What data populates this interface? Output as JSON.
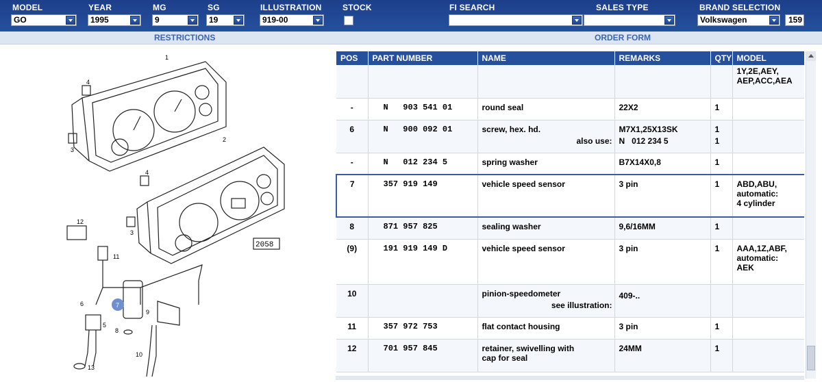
{
  "filters": {
    "model": {
      "label": "MODEL",
      "value": "GO"
    },
    "year": {
      "label": "YEAR",
      "value": "1995"
    },
    "mg": {
      "label": "MG",
      "value": "9"
    },
    "sg": {
      "label": "SG",
      "value": "19"
    },
    "illustration": {
      "label": "ILLUSTRATION",
      "value": "919-00"
    },
    "stock": {
      "label": "STOCK"
    },
    "fi_search": {
      "label": "FI SEARCH",
      "value": ""
    },
    "sales_type": {
      "label": "SALES TYPE",
      "value": ""
    },
    "brand": {
      "label": "BRAND SELECTION",
      "value": "Volkswagen",
      "code": "159"
    }
  },
  "sections": {
    "restrictions": "RESTRICTIONS",
    "order_form": "ORDER FORM"
  },
  "illustration": {
    "callouts": [
      "1",
      "2",
      "3",
      "3",
      "4",
      "4",
      "5",
      "6",
      "7",
      "8",
      "9",
      "10",
      "11",
      "12",
      "13"
    ],
    "display_text": "2058"
  },
  "table": {
    "headers": [
      "POS",
      "PART NUMBER",
      "NAME",
      "REMARKS",
      "QTY",
      "MODEL"
    ],
    "rows": [
      {
        "pos": "",
        "part": "",
        "name": "",
        "remarks": "",
        "qty": "",
        "model": "1Y,2E,AEY,\nAEP,ACC,AEA"
      },
      {
        "pos": "-",
        "part": "N   903 541 01",
        "name": "round seal",
        "remarks": "22X2",
        "qty": "1",
        "model": ""
      },
      {
        "pos": "6",
        "part": "N   900 092 01",
        "name": "screw, hex. hd.",
        "note_label": "also use:",
        "remarks": "M7X1,25X13SK",
        "remarks2": "N   012 234 5",
        "qty": "1",
        "qty2": "1",
        "model": ""
      },
      {
        "pos": "-",
        "part": "N   012 234 5",
        "name": "spring washer",
        "remarks": "B7X14X0,8",
        "qty": "1",
        "model": ""
      },
      {
        "pos": "7",
        "part": "357 919 149",
        "name": "vehicle speed sensor",
        "remarks": "3 pin",
        "qty": "1",
        "model": "ABD,ABU,\nautomatic:\n4 cylinder",
        "selected": true
      },
      {
        "pos": "8",
        "part": "871 957 825",
        "name": "sealing washer",
        "remarks": "9,6/16MM",
        "qty": "1",
        "model": ""
      },
      {
        "pos": "(9)",
        "part": "191 919 149 D",
        "name": "vehicle speed sensor",
        "remarks": "3 pin",
        "qty": "1",
        "model": "AAA,1Z,ABF,\nautomatic:\nAEK"
      },
      {
        "pos": "10",
        "part": "",
        "name": "pinion-speedometer",
        "note_label": "see illustration:",
        "remarks": "",
        "remarks2": "409-..",
        "qty": "",
        "model": ""
      },
      {
        "pos": "11",
        "part": "357 972 753",
        "name": "flat contact housing",
        "remarks": "3 pin",
        "qty": "1",
        "model": ""
      },
      {
        "pos": "12",
        "part": "701 957 845",
        "name": "retainer, swivelling with\ncap for seal",
        "remarks": "24MM",
        "qty": "1",
        "model": ""
      }
    ]
  }
}
